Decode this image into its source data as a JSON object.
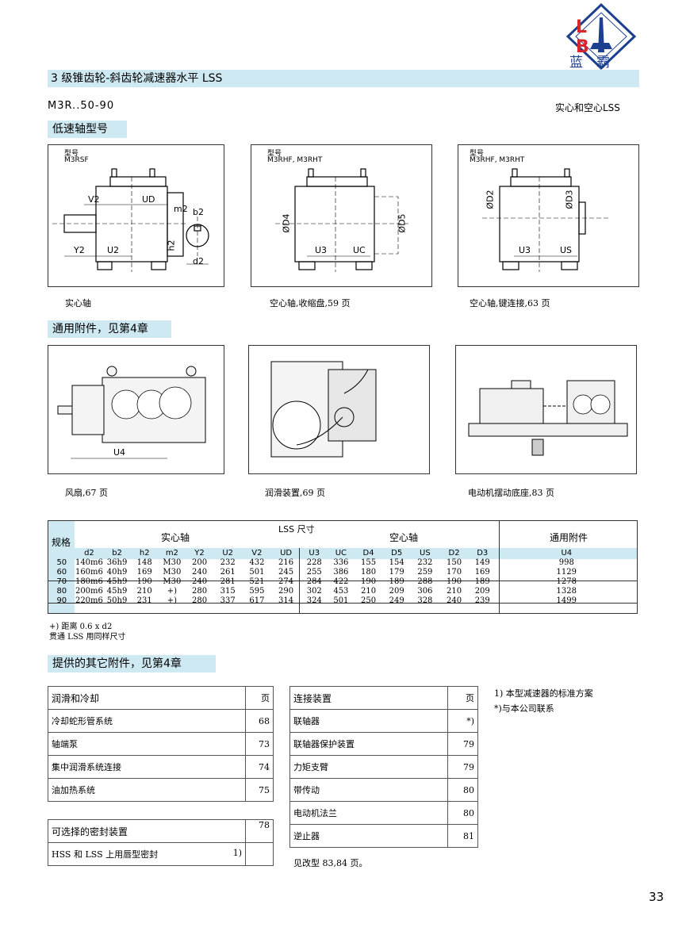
{
  "logo": {
    "letters": "L B",
    "brand": "蓝　霸"
  },
  "title": "3 级锥齿轮-斜齿轮减速器水平 LSS",
  "model_code": "M3R..50-90",
  "model_right": "实心和空心LSS",
  "section1": "低速轴型号",
  "diagrams": [
    {
      "type_label": "型号",
      "model": "M3RSF",
      "caption": "实心轴",
      "dims": [
        "V2",
        "UD",
        "m2",
        "b2",
        "h2",
        "Y2",
        "U2",
        "d2"
      ]
    },
    {
      "type_label": "型号",
      "model": "M3RHF, M3RHT",
      "caption": "空心轴,收缩盘,59 页",
      "dims": [
        "ØD4",
        "ØD5",
        "U3",
        "UC"
      ]
    },
    {
      "type_label": "型号",
      "model": "M3RHF, M3RHT",
      "caption": "空心轴,键连接,63 页",
      "dims": [
        "ØD2",
        "ØD3",
        "U3",
        "US"
      ]
    }
  ],
  "section2": "通用附件，见第4章",
  "accessories": [
    {
      "caption": "风扇,67 页",
      "dim": "U4"
    },
    {
      "caption": "润滑装置,69 页"
    },
    {
      "caption": "电动机摆动底座,83 页"
    }
  ],
  "table": {
    "size_label": "规格",
    "solid_label": "实心轴",
    "lss_label": "LSS 尺寸",
    "hollow_label": "空心轴",
    "common_label": "通用附件",
    "cols": [
      "d2",
      "b2",
      "h2",
      "m2",
      "Y2",
      "U2",
      "V2",
      "UD",
      "U3",
      "UC",
      "D4",
      "D5",
      "US",
      "D2",
      "D3",
      "U4"
    ],
    "rows": [
      [
        "50",
        "140m6",
        "36h9",
        "148",
        "M30",
        "200",
        "232",
        "432",
        "216",
        "228",
        "336",
        "155",
        "154",
        "232",
        "150",
        "149",
        "998"
      ],
      [
        "60",
        "160m6",
        "40h9",
        "169",
        "M30",
        "240",
        "261",
        "501",
        "245",
        "255",
        "386",
        "180",
        "179",
        "259",
        "170",
        "169",
        "1129"
      ],
      [
        "70",
        "180m6",
        "45h9",
        "190",
        "M30",
        "240",
        "281",
        "521",
        "274",
        "284",
        "422",
        "190",
        "189",
        "288",
        "190",
        "189",
        "1278"
      ],
      [
        "80",
        "200m6",
        "45h9",
        "210",
        "+)",
        "280",
        "315",
        "595",
        "290",
        "302",
        "453",
        "210",
        "209",
        "306",
        "210",
        "209",
        "1328"
      ],
      [
        "90",
        "220m6",
        "50h9",
        "231",
        "+)",
        "280",
        "337",
        "617",
        "314",
        "324",
        "501",
        "250",
        "249",
        "328",
        "240",
        "239",
        "1499"
      ]
    ]
  },
  "notes": [
    "+) 距离 0.6 x d2",
    "贯通 LSS 用同样尺寸"
  ],
  "section3": "提供的其它附件，见第4章",
  "lub": {
    "header": "润滑和冷却",
    "page_header": "页",
    "items": [
      [
        "冷却蛇形管系统",
        "68"
      ],
      [
        "轴端泵",
        "73"
      ],
      [
        "集中润滑系统连接",
        "74"
      ],
      [
        "油加热系统",
        "75"
      ]
    ]
  },
  "seal": {
    "header": "可选择的密封装置",
    "page": "78",
    "item": "HSS 和 LSS 上用唇型密封",
    "note": "1)"
  },
  "conn": {
    "header": "连接装置",
    "page_header": "页",
    "items": [
      [
        "联轴器",
        "*)"
      ],
      [
        "联轴器保护装置",
        "79"
      ],
      [
        "力矩支臂",
        "79"
      ],
      [
        "带传动",
        "80"
      ],
      [
        "电动机法兰",
        "80"
      ],
      [
        "逆止器",
        "81"
      ]
    ],
    "footer": "见改型 83,84 页。"
  },
  "footnotes": [
    "1) 本型减速器的标准方案",
    "*)与本公司联系"
  ],
  "page_number": "33"
}
